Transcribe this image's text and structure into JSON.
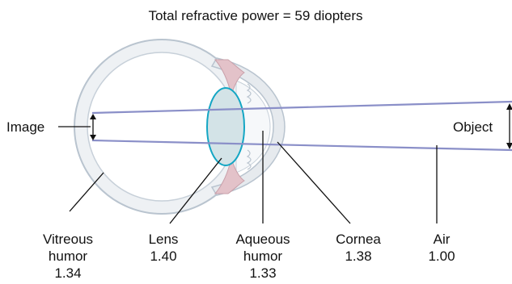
{
  "title": "Total refractive power = 59 diopters",
  "labels": {
    "image": "Image",
    "object": "Object",
    "vitreous": {
      "name_line1": "Vitreous",
      "name_line2": "humor",
      "value": "1.34"
    },
    "lens": {
      "name": "Lens",
      "value": "1.40"
    },
    "aqueous": {
      "name_line1": "Aqueous",
      "name_line2": "humor",
      "value": "1.33"
    },
    "cornea": {
      "name": "Cornea",
      "value": "1.38"
    },
    "air": {
      "name": "Air",
      "value": "1.00"
    }
  },
  "colors": {
    "eye_outline": "#b9c4cf",
    "eye_fill": "#eef1f4",
    "lens_outline": "#14a6c4",
    "lens_fill": "#cfe1e6",
    "ray": "#8a8fc8",
    "iris": "#d8b0b8",
    "leader": "#111111"
  }
}
